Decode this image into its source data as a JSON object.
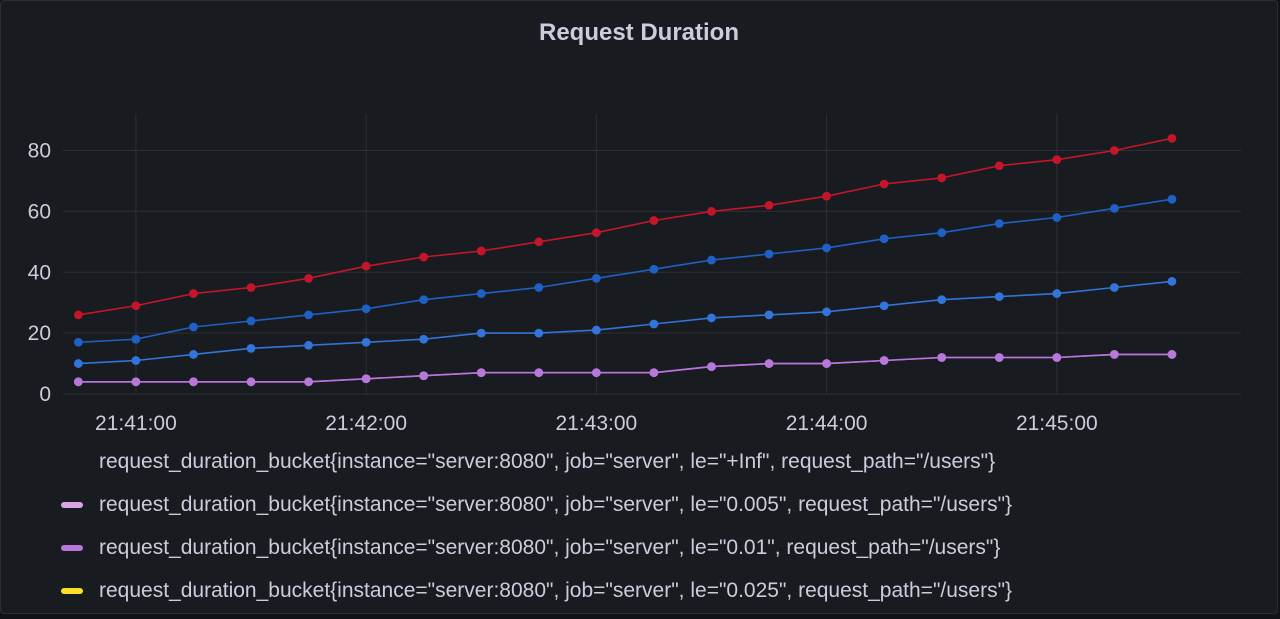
{
  "panel": {
    "title": "Request Duration"
  },
  "chart_data": {
    "type": "line",
    "title": "Request Duration",
    "xlabel": "",
    "ylabel": "",
    "x": [
      "21:40:45",
      "21:41:00",
      "21:41:15",
      "21:41:30",
      "21:41:45",
      "21:42:00",
      "21:42:15",
      "21:42:30",
      "21:42:45",
      "21:43:00",
      "21:43:15",
      "21:43:30",
      "21:43:45",
      "21:44:00",
      "21:44:15",
      "21:44:30",
      "21:44:45",
      "21:45:00",
      "21:45:15",
      "21:45:30"
    ],
    "xlim": [
      "21:40:41",
      "21:45:48"
    ],
    "xticks": [
      "21:41:00",
      "21:42:00",
      "21:43:00",
      "21:44:00",
      "21:45:00"
    ],
    "ylim": [
      0,
      92
    ],
    "yticks": [
      0,
      20,
      40,
      60,
      80
    ],
    "grid": true,
    "legend_position": "bottom",
    "series": [
      {
        "name": "request_duration_bucket{instance=\"server:8080\", job=\"server\", le=\"+Inf\", request_path=\"/users\"}",
        "color": "#c4162a",
        "swatch": "",
        "values": [
          26,
          29,
          33,
          35,
          38,
          42,
          45,
          47,
          50,
          53,
          57,
          60,
          62,
          65,
          69,
          71,
          75,
          77,
          80,
          84
        ]
      },
      {
        "name": "request_duration_bucket{instance=\"server:8080\", job=\"server\", le=\"0.005\", request_path=\"/users\"}",
        "color": "#1f60c4",
        "swatch": "#d9a5e6",
        "values": [
          17,
          18,
          22,
          24,
          26,
          28,
          31,
          33,
          35,
          38,
          41,
          44,
          46,
          48,
          51,
          53,
          56,
          58,
          61,
          64
        ]
      },
      {
        "name": "request_duration_bucket{instance=\"server:8080\", job=\"server\", le=\"0.01\", request_path=\"/users\"}",
        "color": "#3274d9",
        "swatch": "#b877d9",
        "values": [
          10,
          11,
          13,
          15,
          16,
          17,
          18,
          20,
          20,
          21,
          23,
          25,
          26,
          27,
          29,
          31,
          32,
          33,
          35,
          37
        ]
      },
      {
        "name": "request_duration_bucket{instance=\"server:8080\", job=\"server\", le=\"0.025\", request_path=\"/users\"}",
        "color": "#b877d9",
        "swatch": "#fade2a",
        "values": [
          4,
          4,
          4,
          4,
          4,
          5,
          6,
          7,
          7,
          7,
          7,
          9,
          10,
          10,
          11,
          12,
          12,
          12,
          13,
          13
        ]
      },
      {
        "name": "",
        "color": "#a352cc",
        "swatch": "",
        "values": [
          4,
          4,
          4,
          4,
          4,
          5,
          6,
          7,
          7,
          7,
          7,
          9,
          10,
          10,
          11,
          12,
          12,
          12,
          13,
          13
        ]
      }
    ]
  }
}
